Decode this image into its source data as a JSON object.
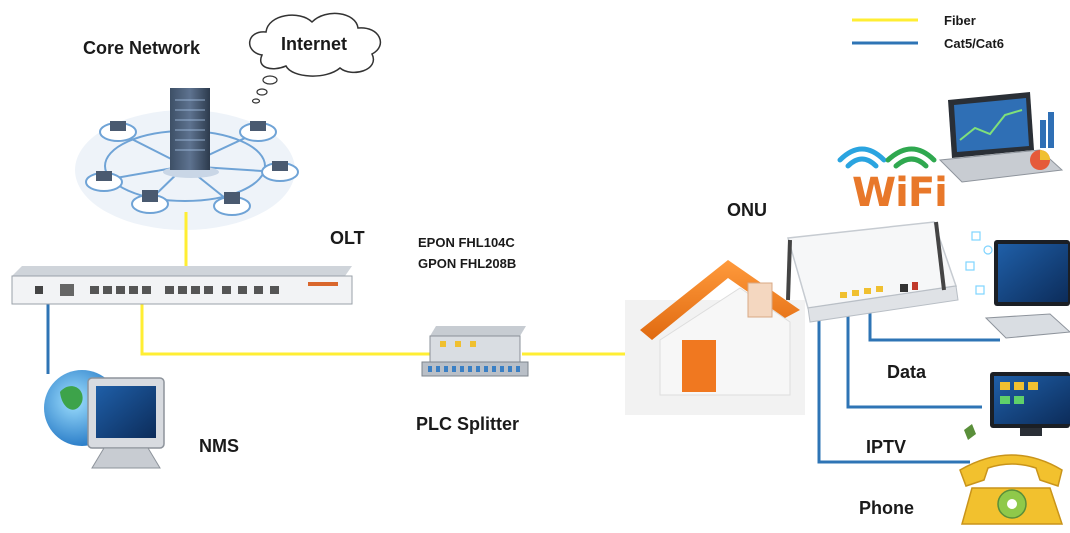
{
  "labels": {
    "core_network": "Core Network",
    "internet": "Internet",
    "olt": "OLT",
    "olt_model_1": "EPON FHL104C",
    "olt_model_2": "GPON FHL208B",
    "onu": "ONU",
    "splitter": "PLC Splitter",
    "nms": "NMS",
    "data": "Data",
    "iptv": "IPTV",
    "phone": "Phone",
    "wifi": "WiFi"
  },
  "legend": [
    {
      "label": "Fiber",
      "color": "#ffee33"
    },
    {
      "label": "Cat5/Cat6",
      "color": "#2e74b5"
    }
  ],
  "colors": {
    "fiber": "#ffee33",
    "copper": "#2e74b5",
    "house_roof": "#f07820",
    "wifi_orange": "#e8782a",
    "wifi_blue": "#2aa4e0",
    "wifi_green": "#2fa84f"
  },
  "icons": [
    "server-icon",
    "laptop-icon",
    "cloud-icon",
    "olt-device-icon",
    "pc-monitor-icon",
    "splitter-box-icon",
    "house-icon",
    "onu-router-icon",
    "wifi-icon",
    "smart-tv-icon",
    "telephone-icon"
  ]
}
